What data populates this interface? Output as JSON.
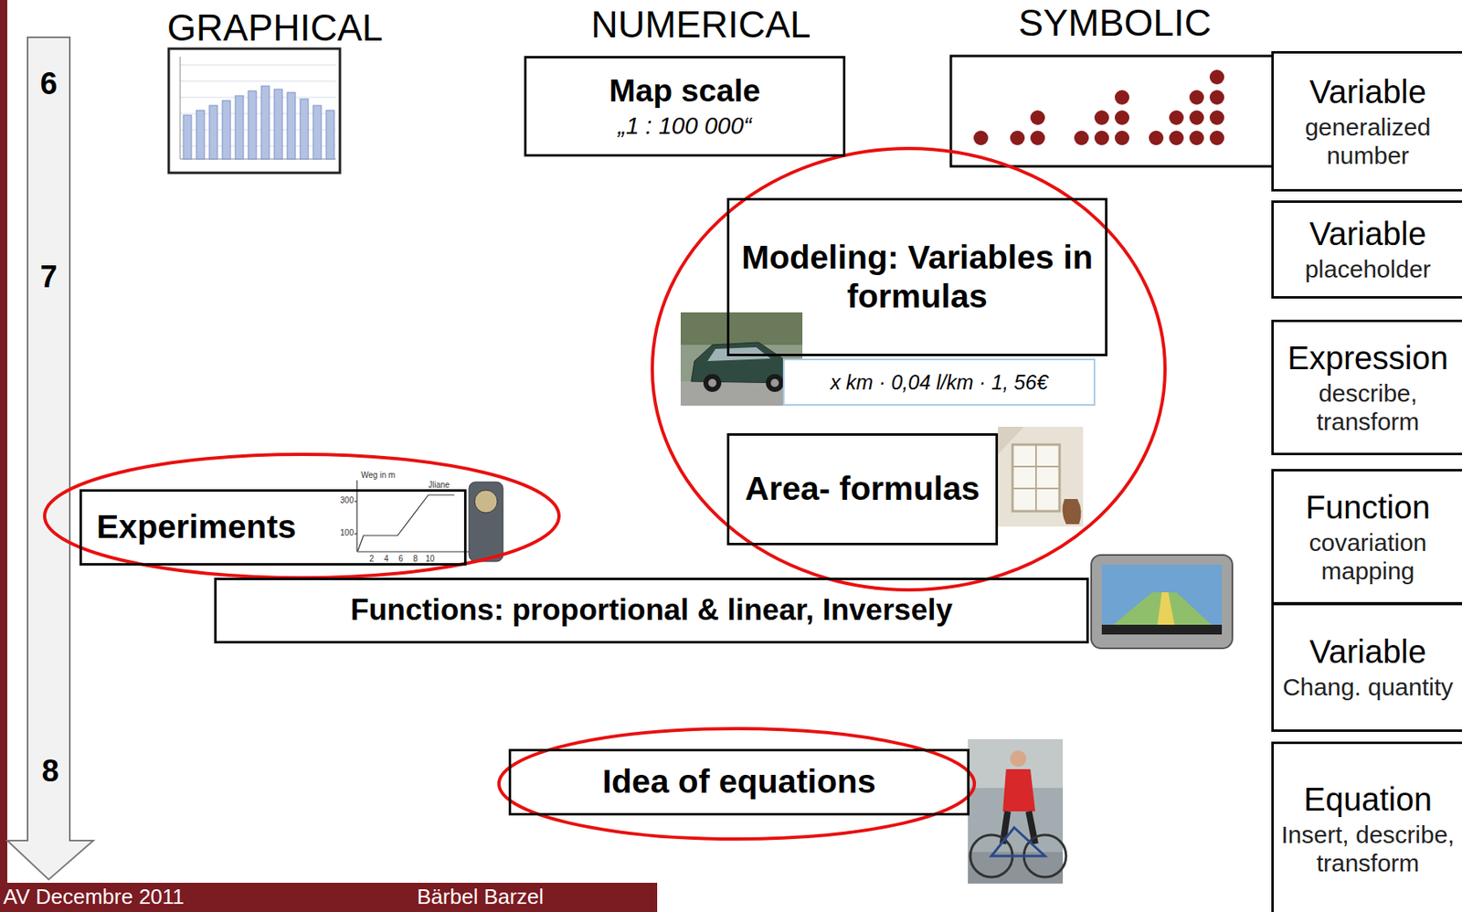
{
  "diagram": {
    "nodes": [
      {
        "text": [
          "Map scale",
          "„1 : 100 000“"
        ]
      },
      {
        "text": [
          "Variable",
          "generalized number"
        ]
      },
      {
        "text": [
          "Modeling: Variables in formulas"
        ]
      },
      {
        "text": [
          "Variable",
          "placeholder"
        ]
      },
      {
        "text": [
          "x km · 0,04 l/km · 1, 56€"
        ]
      },
      {
        "text": [
          "Expression",
          "describe, transform"
        ]
      },
      {
        "text": [
          "Area- formulas"
        ]
      },
      {
        "text": [
          "Experiments"
        ]
      },
      {
        "text": [
          "Function",
          "covariation mapping"
        ]
      },
      {
        "text": [
          "Functions: proportional & linear, Inversely"
        ]
      },
      {
        "text": [
          "Variable",
          "Chang. quantity"
        ]
      },
      {
        "text": [
          "Idea of equations"
        ]
      },
      {
        "text": [
          "Equation",
          "Insert, describe, transform"
        ]
      }
    ],
    "labels": [
      "GRAPHICAL",
      "NUMERICAL",
      "SYMBOLIC",
      "6",
      "7",
      "Weg in m",
      "300",
      "100",
      "2",
      "4",
      "6",
      "8",
      "10",
      "Jliane",
      "8",
      "AV Decembre 2011",
      "Bärbel Barzel"
    ]
  }
}
